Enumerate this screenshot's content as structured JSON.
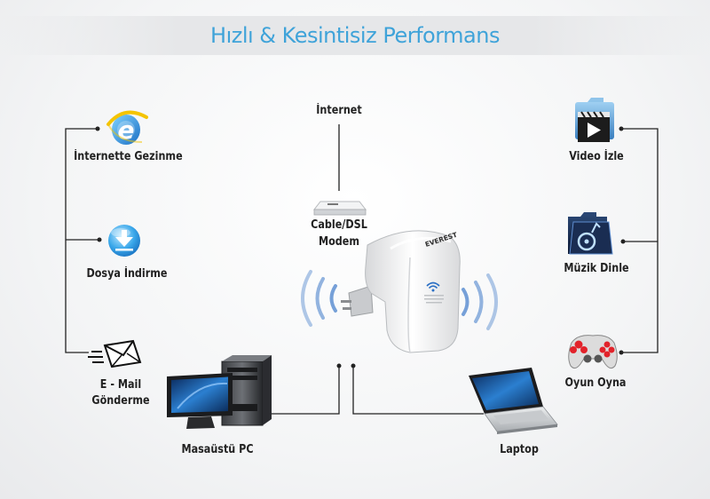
{
  "title": "Hızlı & Kesintisiz Performans",
  "nodes": {
    "internet": "İnternet",
    "modem_line1": "Cable/DSL",
    "modem_line2": "Modem",
    "internet_browsing": "İnternette Gezinme",
    "file_download": "Dosya İndirme",
    "email_line1": "E - Mail",
    "email_line2": "Gönderme",
    "desktop_pc": "Masaüstü PC",
    "laptop": "Laptop",
    "watch_video": "Video İzle",
    "listen_music": "Müzik Dinle",
    "play_game": "Oyun Oyna"
  },
  "device": {
    "brand": "EVEREST"
  },
  "colors": {
    "title": "#3fa3d9",
    "wifi_waves": "#6f9bd6",
    "connector_lines": "#222222",
    "label_text": "#222222"
  },
  "icons": {
    "internet_browsing": "internet-explorer-icon",
    "file_download": "download-icon",
    "email": "envelope-icon",
    "video": "video-folder-icon",
    "music": "music-folder-icon",
    "game": "gamepad-icon"
  }
}
